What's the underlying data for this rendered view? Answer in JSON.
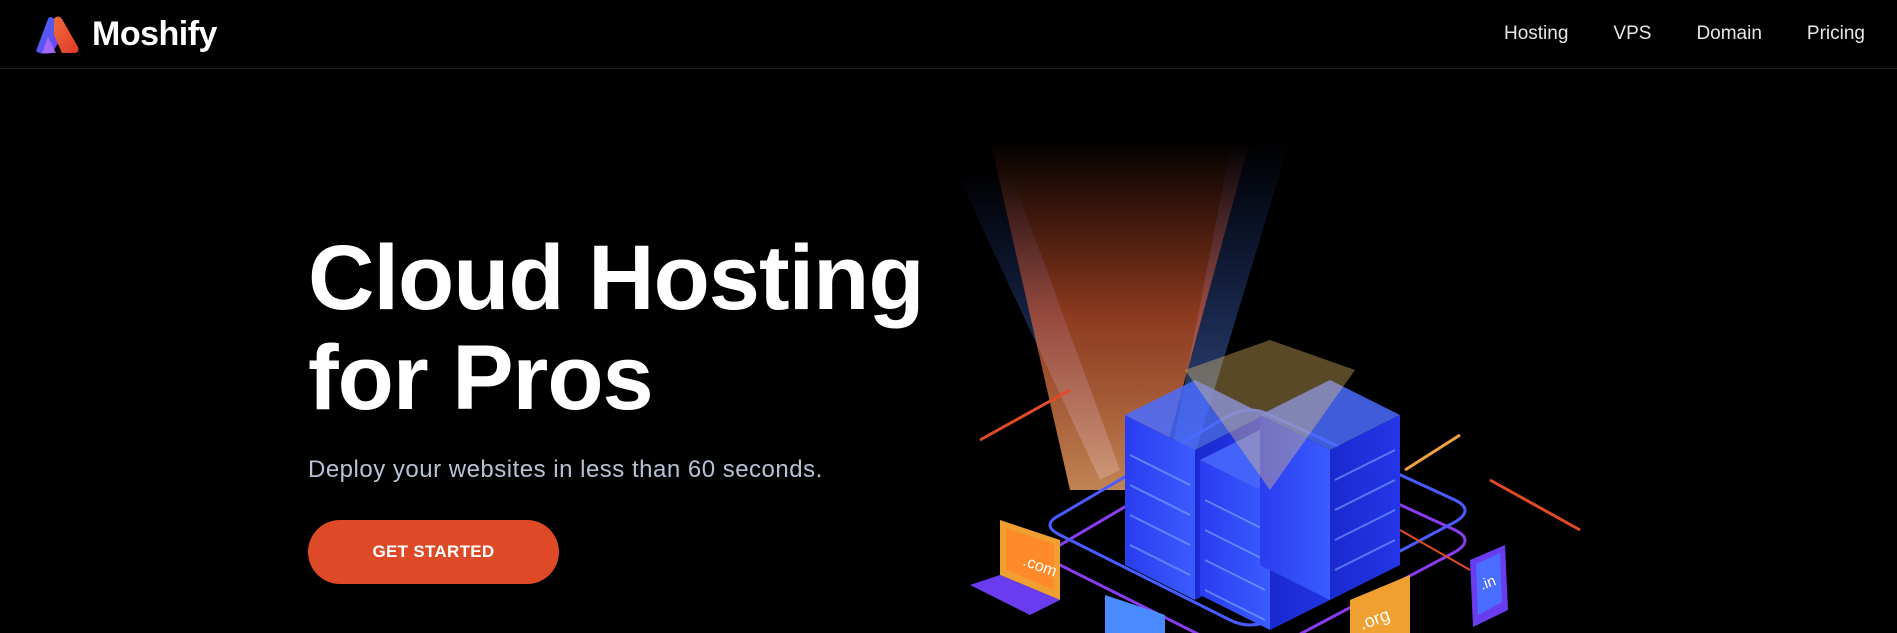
{
  "navbar": {
    "brand_name": "Moshify",
    "links": [
      "Hosting",
      "VPS",
      "Domain",
      "Pricing"
    ]
  },
  "hero": {
    "title_line1": "Cloud Hosting",
    "title_line2": "for Pros",
    "subtitle": "Deploy your websites in less than 60 seconds.",
    "cta_label": "GET STARTED"
  },
  "illustration": {
    "device_labels": [
      ".com",
      ".org",
      ".in"
    ]
  },
  "colors": {
    "background": "#000000",
    "accent": "#de4a27",
    "server_blue": "#2a3cf0",
    "ring_purple": "#8a3cf0"
  }
}
